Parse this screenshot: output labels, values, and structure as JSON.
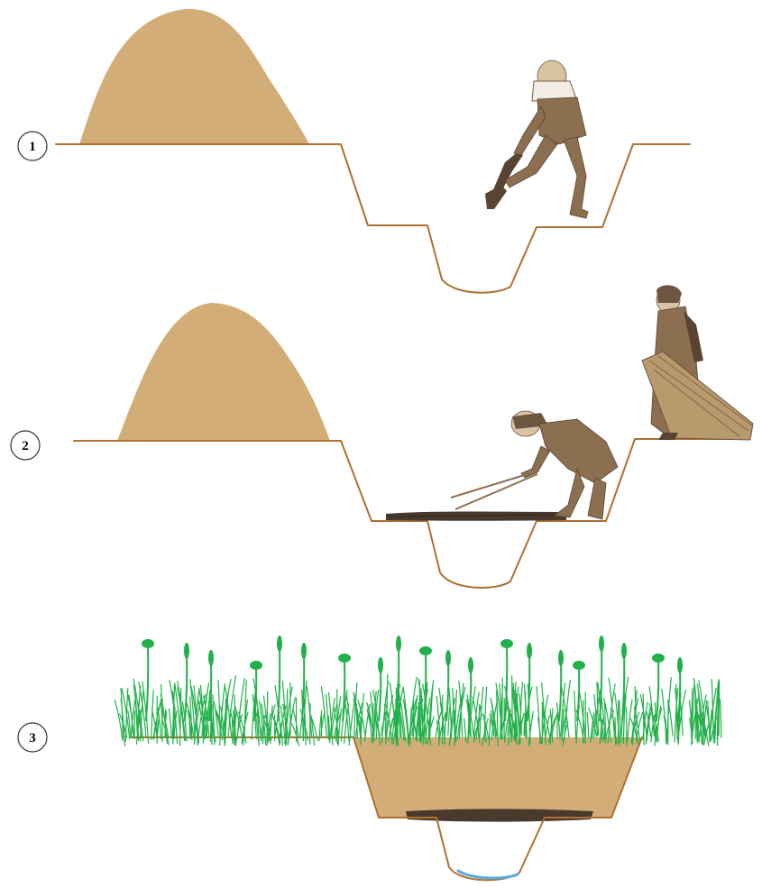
{
  "steps": [
    {
      "number": "1",
      "stage": "digging-trench"
    },
    {
      "number": "2",
      "stage": "laying-brushwood-and-reeds"
    },
    {
      "number": "3",
      "stage": "backfilled-under-meadow"
    }
  ],
  "colors": {
    "soil": "#d2ad77",
    "ground_line": "#b07030",
    "grass": "#22b04a",
    "water": "#5aa8d8",
    "figure": "#8b6f50",
    "brushwood": "#4a3a2e"
  }
}
